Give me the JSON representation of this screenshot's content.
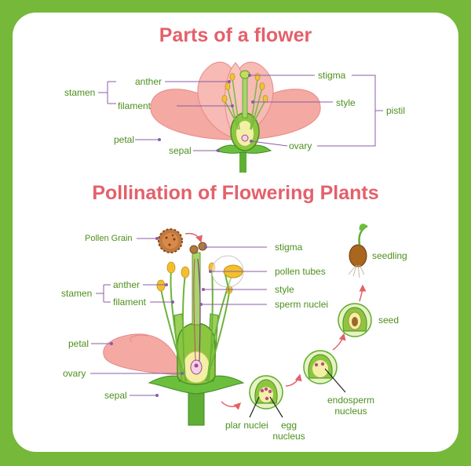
{
  "titles": {
    "parts": "Parts of a flower",
    "pollination": "Pollination of Flowering Plants"
  },
  "parts": {
    "stamen": "stamen",
    "anther": "anther",
    "filament": "filament",
    "petal": "petal",
    "sepal": "sepal",
    "stigma": "stigma",
    "style": "style",
    "ovary": "ovary",
    "pistil": "pistil"
  },
  "pollination": {
    "pollen_grain": "Pollen Grain",
    "stamen": "stamen",
    "anther": "anther",
    "filament": "filament",
    "petal": "petal",
    "ovary": "ovary",
    "sepal": "sepal",
    "stigma": "stigma",
    "pollen_tubes": "pollen tubes",
    "style": "style",
    "sperm_nuclei": "sperm nuclei",
    "seedling": "seedling",
    "seed": "seed",
    "endosperm_nucleus": "endosperm\nnucleus",
    "plar_nuclei": "plar nuclei",
    "egg_nucleus": "egg\nnucleus"
  },
  "colors": {
    "frame": "#76b83a",
    "title": "#e4606a",
    "label": "#4d8f1c",
    "leader": "#8a5ca6",
    "petal": "#f4a9a3",
    "stem": "#5fae35"
  }
}
